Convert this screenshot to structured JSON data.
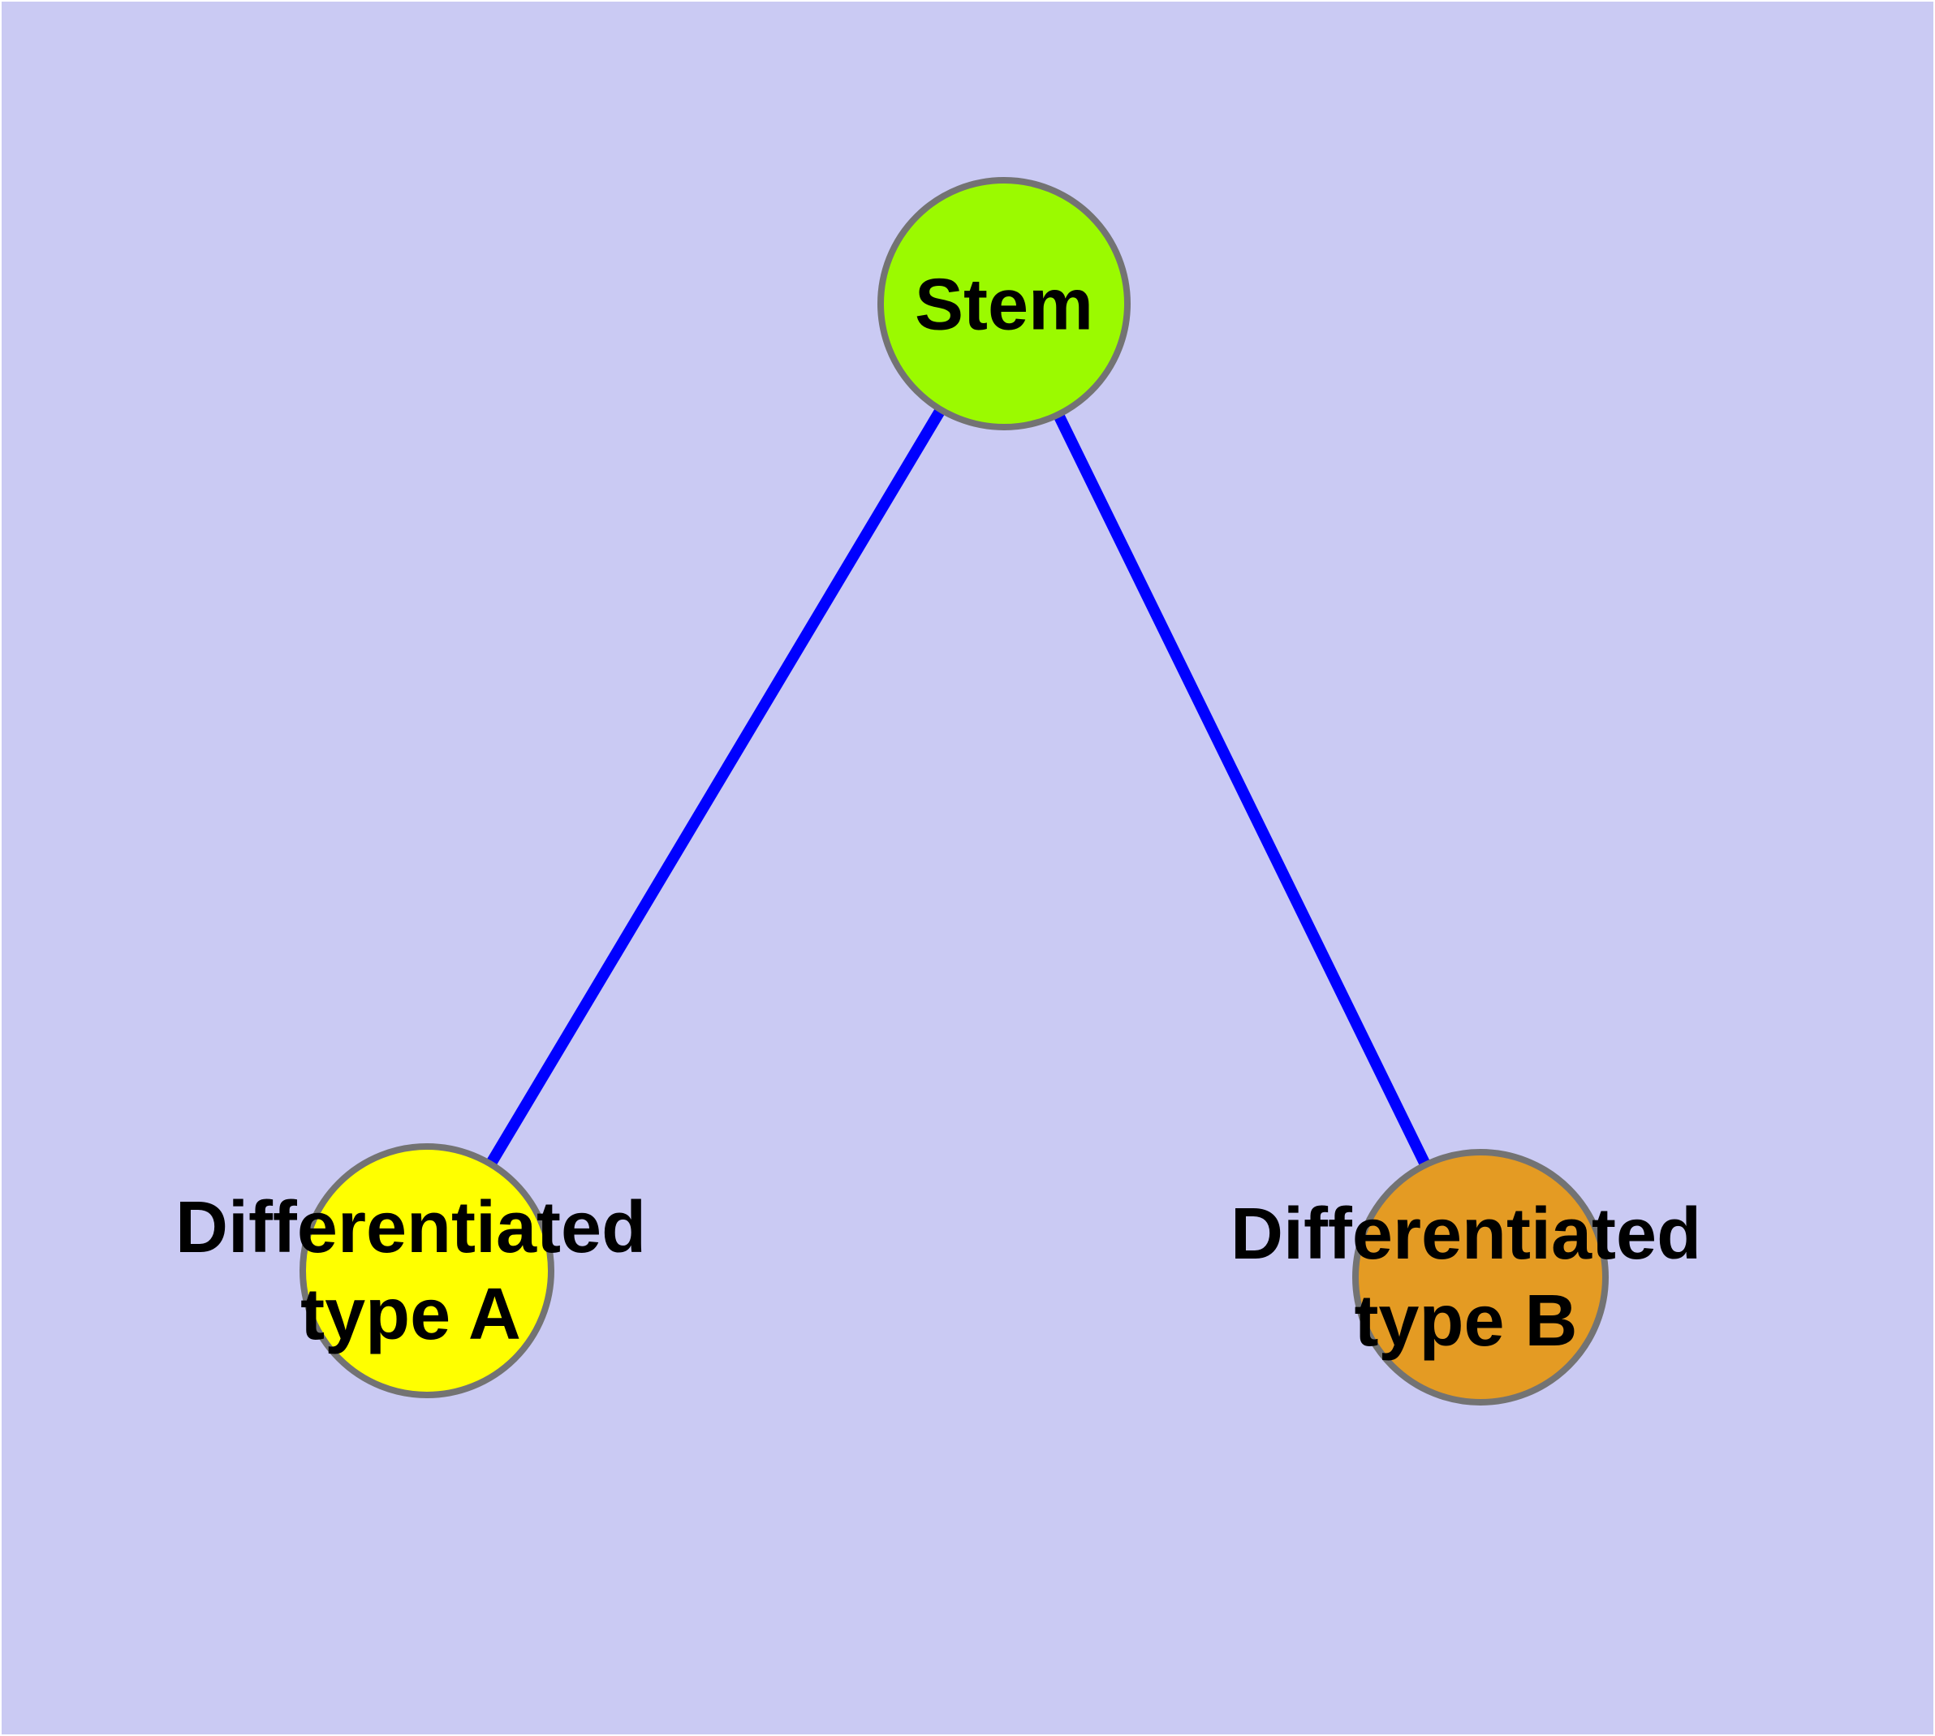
{
  "colors": {
    "background": "#CACAF3",
    "edge-blue": "#0000FF",
    "node-border-gray": "#737373",
    "stem-green": "#9BFA00",
    "type-a-yellow": "#FFFF00",
    "type-b-orange": "#E49B23",
    "label-black": "#000000"
  },
  "nodes": {
    "stem": {
      "label": "Stem"
    },
    "type_a": {
      "label_line1": "Differentiated",
      "label_line2": "type A"
    },
    "type_b": {
      "label_line1": "Differentiated",
      "label_line2": "type B"
    }
  },
  "edges": [
    {
      "from": "Stem",
      "to": "Differentiated type A"
    },
    {
      "from": "Stem",
      "to": "Differentiated type B"
    }
  ]
}
